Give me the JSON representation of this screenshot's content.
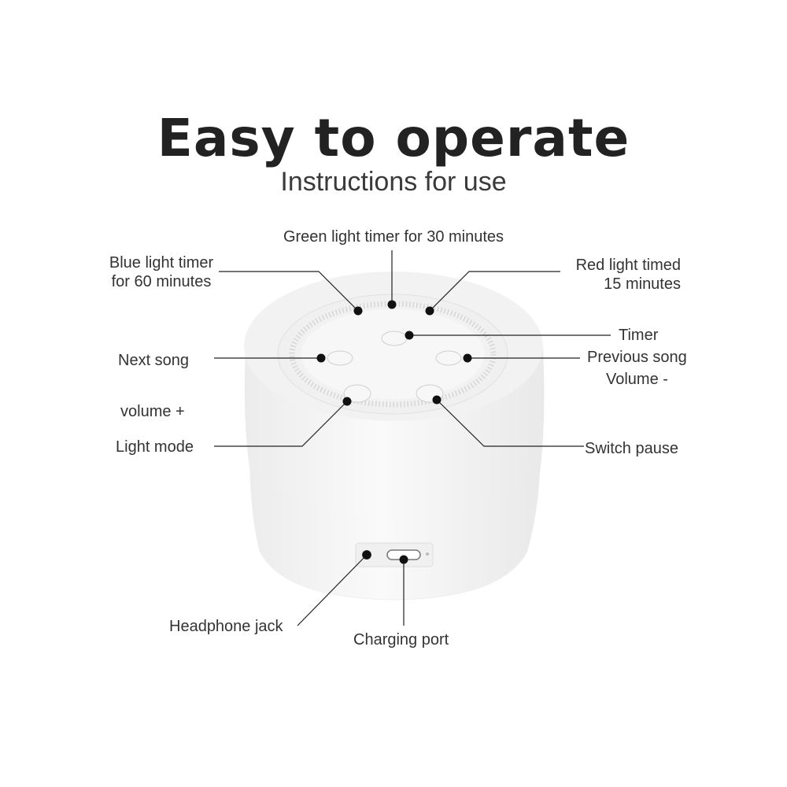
{
  "header": {
    "title": "Easy to operate",
    "subtitle": "Instructions for use"
  },
  "labels": {
    "green_timer": "Green light timer for 30 minutes",
    "blue_timer_line1": "Blue light timer",
    "blue_timer_line2": "for 60 minutes",
    "red_timer_line1": "Red light timed",
    "red_timer_line2": "15 minutes",
    "timer": "Timer",
    "next_song": "Next song",
    "previous_song": "Previous song",
    "volume_minus": "Volume -",
    "volume_plus": "volume +",
    "light_mode": "Light mode",
    "switch_pause": "Switch pause",
    "headphone_jack": "Headphone jack",
    "charging_port": "Charging port"
  },
  "colors": {
    "text": "#333333",
    "title": "#222222",
    "leader_line": "#222222",
    "device_body": "#f4f4f4",
    "device_shadow": "#e6e6e6"
  }
}
